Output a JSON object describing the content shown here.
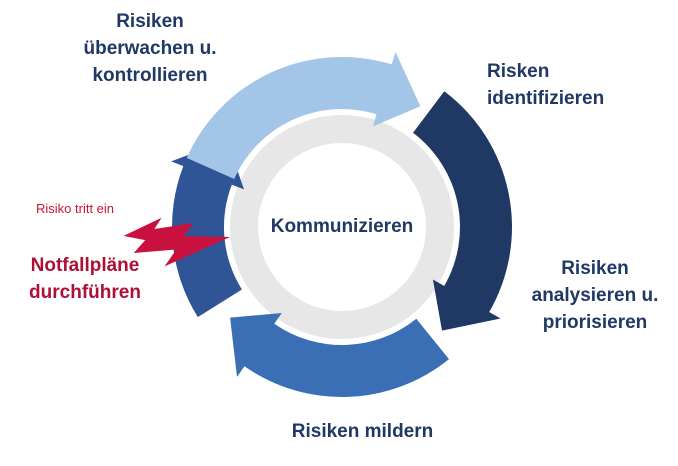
{
  "center": {
    "label": "Kommunizieren"
  },
  "labels": {
    "monitor": {
      "lines": [
        "Risiken",
        "überwachen u.",
        "kontrollieren"
      ]
    },
    "identify": {
      "lines": [
        "Risken",
        "identifizieren"
      ]
    },
    "analyze": {
      "lines": [
        "Risiken",
        "analysieren u.",
        "priorisieren"
      ]
    },
    "mitigate": {
      "lines": [
        "Risiken mildern"
      ]
    },
    "emergency": {
      "lines": [
        "Notfallpläne",
        "durchführen"
      ]
    },
    "risk_event": "Risiko tritt ein"
  },
  "colors": {
    "label_text": "#1f3864",
    "emergency_text": "#b00f35",
    "risk_event_text": "#d11438",
    "ring": "#e7e7e7",
    "bolt": "#c8113f",
    "background": "#ffffff"
  },
  "arrows": [
    {
      "id": "emergency",
      "color": "#2f5597"
    },
    {
      "id": "mitigate",
      "color": "#3a6fb5"
    },
    {
      "id": "identify",
      "color": "#1f3864"
    },
    {
      "id": "monitor",
      "color": "#a3c6e8"
    }
  ]
}
